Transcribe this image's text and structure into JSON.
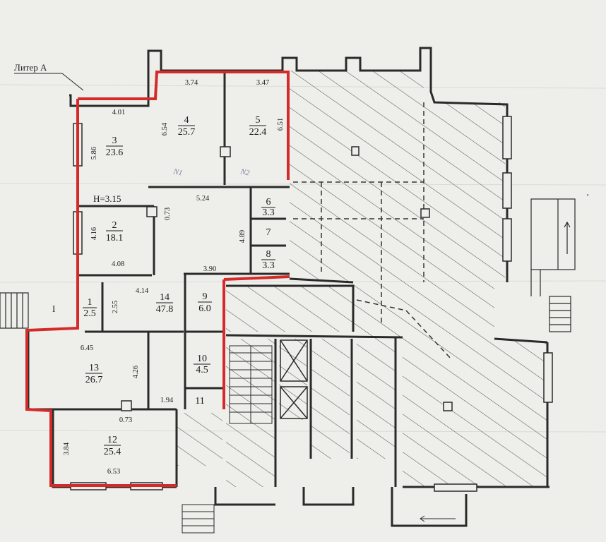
{
  "title": "Литер А",
  "height_note": "H=3.15",
  "entrance_mark": "I",
  "colors": {
    "paper": "#eeeeea",
    "wall": "#2a2a2a",
    "highlight": "#d42a2a",
    "hatch": "#555555",
    "pencil": "#8a90b0"
  },
  "rooms": [
    {
      "num": "1",
      "area": "2.5"
    },
    {
      "num": "2",
      "area": "18.1"
    },
    {
      "num": "3",
      "area": "23.6"
    },
    {
      "num": "4",
      "area": "25.7"
    },
    {
      "num": "5",
      "area": "22.4"
    },
    {
      "num": "6",
      "area": "3.3"
    },
    {
      "num": "7",
      "area": ""
    },
    {
      "num": "8",
      "area": "3.3"
    },
    {
      "num": "9",
      "area": "6.0"
    },
    {
      "num": "10",
      "area": "4.5"
    },
    {
      "num": "11",
      "area": ""
    },
    {
      "num": "12",
      "area": "25.4"
    },
    {
      "num": "13",
      "area": "26.7"
    },
    {
      "num": "14",
      "area": "47.8"
    }
  ],
  "dimensions": [
    "3.74",
    "3.47",
    "4.01",
    "6.54",
    "6.51",
    "5.86",
    "5.24",
    "0.73",
    "4.16",
    "4.89",
    "4.08",
    "3.90",
    "4.14",
    "2.55",
    "6.45",
    "4.26",
    "1.94",
    "0.73",
    "3.84",
    "6.53"
  ],
  "pencil_notes": [
    "N1",
    "N2"
  ]
}
